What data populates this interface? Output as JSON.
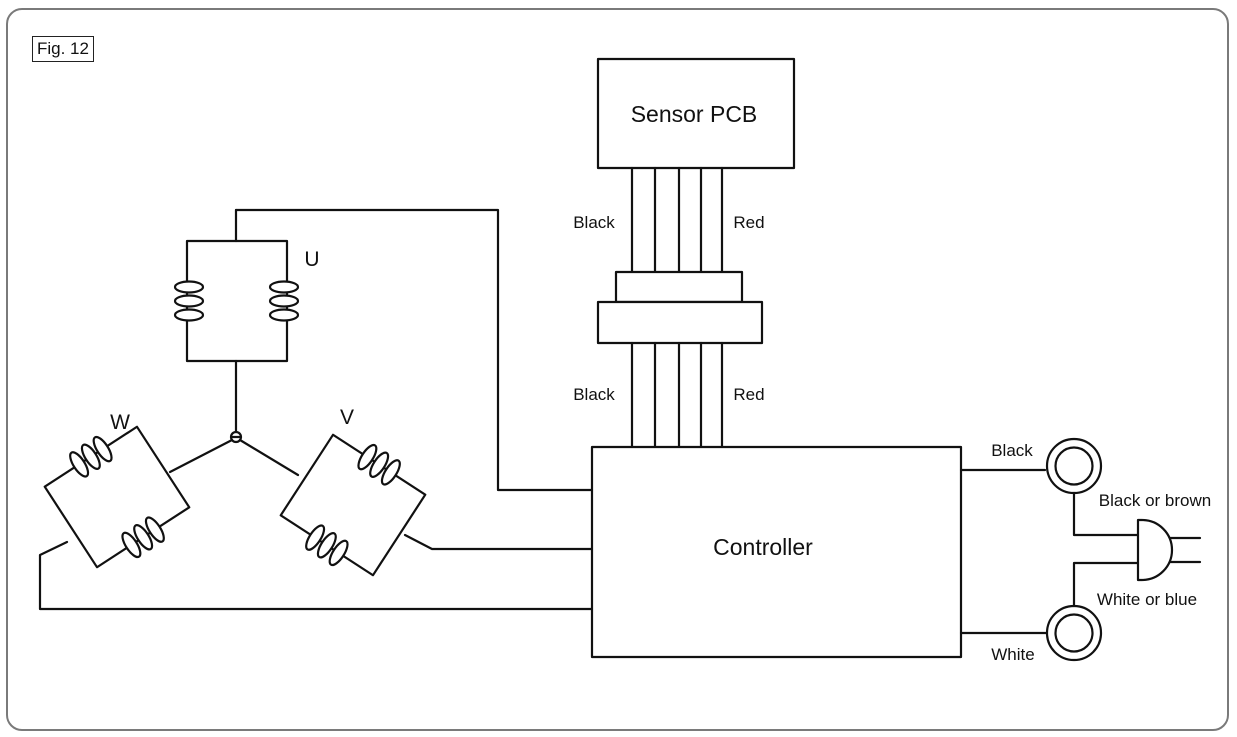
{
  "figure": {
    "label": "Fig. 12"
  },
  "sensor": {
    "title": "Sensor PCB",
    "wire_left_upper": "Black",
    "wire_right_upper": "Red",
    "wire_left_lower": "Black",
    "wire_right_lower": "Red"
  },
  "controller": {
    "title": "Controller"
  },
  "windings": {
    "u": "U",
    "v": "V",
    "w": "W"
  },
  "mains": {
    "upper_wire": "Black",
    "lower_wire": "White",
    "plug_upper": "Black or brown",
    "plug_lower": "White or blue"
  },
  "colors": {
    "line": "#111111",
    "frame": "#7a7a7a",
    "background": "#ffffff"
  }
}
